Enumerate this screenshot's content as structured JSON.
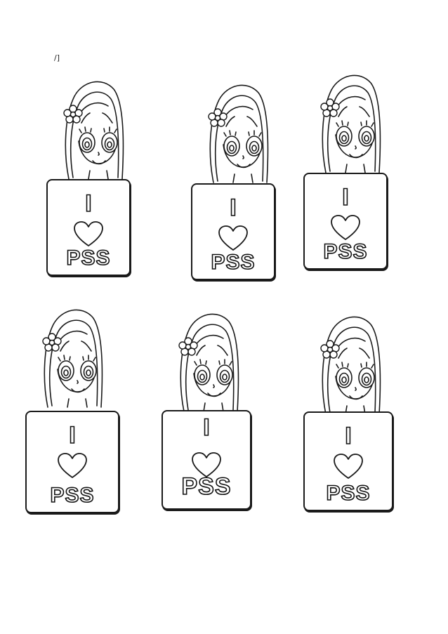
{
  "page": {
    "corner_mark": "/]"
  },
  "figures": [
    {
      "letter": "I",
      "word": "PSS"
    },
    {
      "letter": "I",
      "word": "PSS"
    },
    {
      "letter": "I",
      "word": "PSS"
    },
    {
      "letter": "I",
      "word": "PSS"
    },
    {
      "letter": "I",
      "word": "PSS"
    },
    {
      "letter": "I",
      "word": "PSS"
    }
  ],
  "colors": {
    "line": "#1a1a1a",
    "background": "#ffffff"
  },
  "icons": [
    "girl-illustration",
    "flower-icon",
    "heart-icon"
  ]
}
